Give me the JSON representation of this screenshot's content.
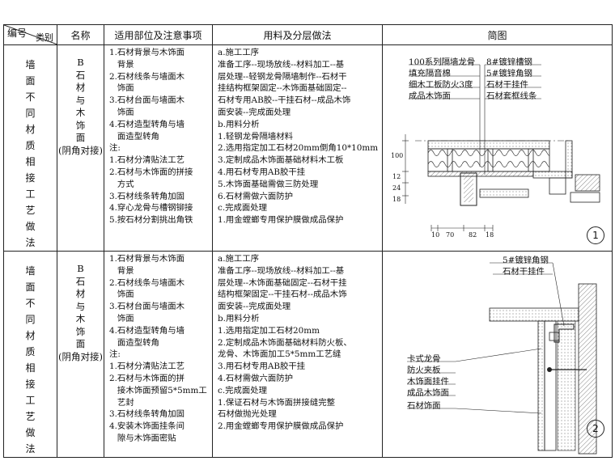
{
  "header": {
    "code_top": "编号",
    "code_bottom": "类别",
    "name": "名称",
    "scope": "适用部位及注意事项",
    "method": "用料及分层做法",
    "diagram": "简图"
  },
  "rows": [
    {
      "category": [
        "墙",
        "面",
        "不",
        "同",
        "材",
        "质",
        "相",
        "接",
        "工",
        "艺",
        "做",
        "法"
      ],
      "name": [
        "B",
        "石",
        "材",
        "与",
        "木",
        "饰",
        "面",
        "(阴角对接)"
      ],
      "notes": [
        "1.石材背景与木饰面",
        "   背景",
        "2.石材线条与墙面木",
        "   饰面",
        "3.石材台面与墙面木",
        "   饰面",
        "4.石材造型转角与墙",
        "   面造型转角",
        "注:",
        "1.石材分清贴法工艺",
        "2.石材与木饰面的拼接",
        "   方式",
        "3.石材线条转角加固",
        "4.穿心龙骨与槽钢铆接",
        "5.按石材分割挑出角铁"
      ],
      "method": [
        "a.施工工序",
        "准备工序--现场放线--材料加工--基",
        "层处理--轻钢龙骨隔墙制作--石材干",
        "挂结构框架固定--木饰面基础固定--",
        "石材专用AB胶--干挂石材--成品木饰",
        "面安装--完成面处理",
        "b.用料分析",
        "1.轻钢龙骨隔墙材料",
        "2.选用指定加工石材20mm倒角10*10mm",
        "3.定制成品木饰面基础材料木工板",
        "4.用石材专用AB胶干挂",
        "5.木饰面基础需做三防处理",
        "6.石材需做六面防护",
        "c.完成面处理",
        "1.用金螳螂专用保护膜做成品保护"
      ],
      "diagram": {
        "labels_left": [
          "100系列隔墙龙骨",
          "填充隔音棉",
          "细木工板防火3度",
          "成品木饰面"
        ],
        "labels_right": [
          "8#镀锌槽钢",
          "5#镀锌角钢",
          "石材干挂件",
          "石材套框线条"
        ],
        "dims_bottom": [
          "10",
          "70",
          "82",
          "18"
        ],
        "dims_left": [
          "100",
          "12",
          "24",
          "18"
        ],
        "number": "1"
      }
    },
    {
      "category": [
        "墙",
        "面",
        "不",
        "同",
        "材",
        "质",
        "相",
        "接",
        "工",
        "艺",
        "做",
        "法"
      ],
      "name": [
        "B",
        "石",
        "材",
        "与",
        "木",
        "饰",
        "面",
        "(阴角对接)"
      ],
      "notes": [
        "1.石材背景与木饰面",
        "   背景",
        "2.石材线条与墙面木",
        "   饰面",
        "3.石材台面与墙面木",
        "   饰面",
        "4.石材造型转角与墙",
        "   面造型转角",
        "注:",
        "1.石材分清贴法工艺",
        "2.石材与木饰面的拼",
        "   接木饰面预留5*5mm工",
        "   艺封",
        "3.石材线条转角加固",
        "4.安装木饰面挂条间",
        "   隙与木饰面密贴"
      ],
      "method": [
        "a.施工工序",
        "准备工序--现场放线--材料加工--基",
        "层处理--木饰面基础固定--石材干挂",
        "结构框架固定--干挂石材--成品木饰",
        "面安装--完成面处理",
        "b.用料分析",
        "1.选用指定加工石材20mm",
        "2.定制成品木饰面基础材料防火板、",
        "龙骨、木饰面加工5*5mm工艺缝",
        "3.用石材专用AB胶干挂",
        "4.石材需做六面防护",
        "c.完成面处理",
        "1.保证石材与木饰面拼接缝完整",
        "石材做抛光处理",
        "2.用金螳螂专用保护膜做成品保护"
      ],
      "diagram": {
        "labels_right": [
          "5#镀锌角钢",
          "石材干挂件"
        ],
        "labels_left": [
          "卡式龙骨",
          "防火夹板",
          "木饰面挂件",
          "成品木饰面",
          "石材饰面"
        ],
        "number": "2"
      }
    }
  ]
}
